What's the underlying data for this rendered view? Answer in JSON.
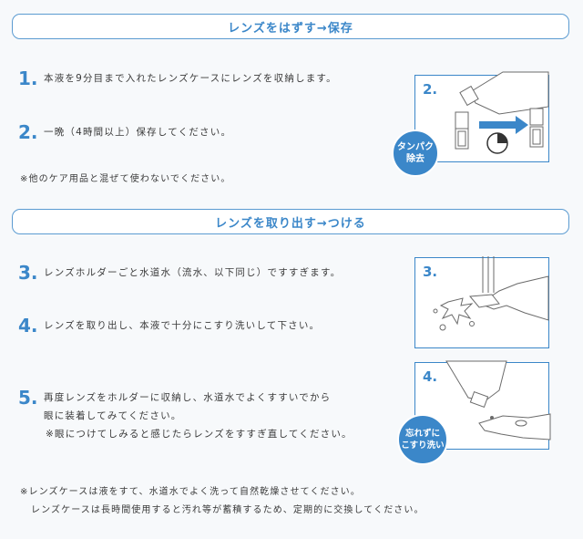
{
  "section1": {
    "title": "レンズをはずす→保存",
    "steps": [
      {
        "num": "1.",
        "text": "本液を9分目まで入れたレンズケースにレンズを収納します。"
      },
      {
        "num": "2.",
        "text": "一晩（4時間以上）保存してください。"
      }
    ],
    "note": "※他のケア用品と混ぜて使わないでください。",
    "figure": {
      "num": "2.",
      "badge_line1": "タンパク",
      "badge_line2": "除去"
    }
  },
  "section2": {
    "title": "レンズを取り出す→つける",
    "steps": [
      {
        "num": "3.",
        "text": "レンズホルダーごと水道水（流水、以下同じ）ですすぎます。"
      },
      {
        "num": "4.",
        "text": "レンズを取り出し、本液で十分にこすり洗いして下さい。"
      },
      {
        "num": "5.",
        "line1": "再度レンズをホルダーに収納し、水道水でよくすすいでから",
        "line2": "眼に装着してみてください。",
        "line3": "※眼につけてしみると感じたらレンズをすすぎ直してください。"
      }
    ],
    "figure3": {
      "num": "3."
    },
    "figure4": {
      "num": "4.",
      "badge_line1": "忘れずに",
      "badge_line2": "こすり洗い"
    }
  },
  "footer": {
    "line1": "※レンズケースは液をすて、水道水でよく洗って自然乾燥させてください。",
    "line2": "レンズケースは長時間使用すると汚れ等が蓄積するため、定期的に交換してください。"
  },
  "colors": {
    "accent": "#3b87c9",
    "text": "#3a3a3a",
    "background": "#f7f9fb"
  }
}
